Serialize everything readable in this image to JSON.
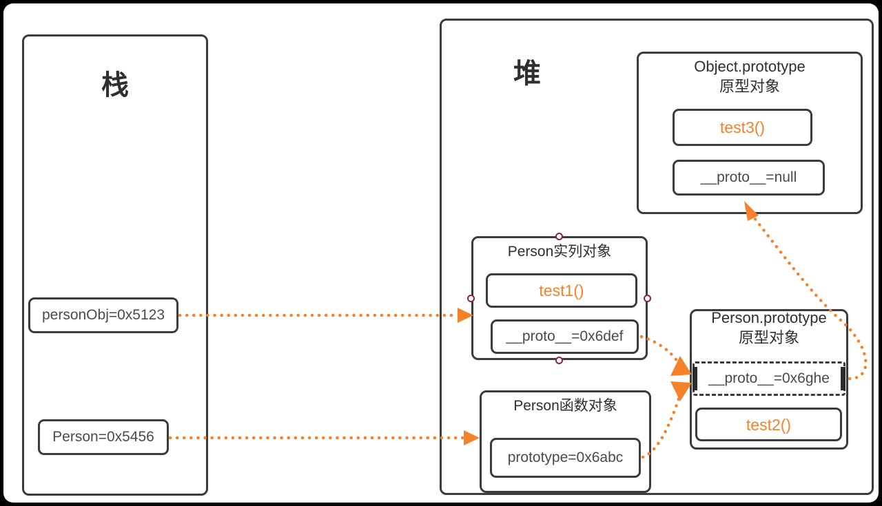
{
  "diagram": {
    "title_stack": "栈",
    "title_heap": "堆",
    "accent_color": "#f5822b",
    "line_color": "#3b3b3b",
    "text_color": "#4a4a4a",
    "background_color": "#000000",
    "canvas_color": "#ffffff",
    "handle_color": "#8b2236"
  },
  "stack": {
    "label": "栈",
    "items": [
      {
        "id": "personObj",
        "text": "personObj=0x5123"
      },
      {
        "id": "person",
        "text": "Person=0x5456"
      }
    ]
  },
  "heap": {
    "label": "堆",
    "objects": [
      {
        "id": "object-prototype",
        "title_line1": "Object.prototype",
        "title_line2": "原型对象",
        "slots": [
          {
            "id": "test3",
            "text": "test3()",
            "accent": true,
            "dashed": false
          },
          {
            "id": "proto-null",
            "text": "__proto__=null",
            "accent": false,
            "dashed": false
          }
        ]
      },
      {
        "id": "person-instance",
        "title_line1": "Person实列对象",
        "title_line2": "",
        "selected": true,
        "slots": [
          {
            "id": "test1",
            "text": "test1()",
            "accent": true,
            "dashed": false
          },
          {
            "id": "proto-6def",
            "text": "__proto__=0x6def",
            "accent": false,
            "dashed": false
          }
        ]
      },
      {
        "id": "person-prototype",
        "title_line1": "Person.prototype",
        "title_line2": "原型对象",
        "slots": [
          {
            "id": "proto-6ghe",
            "text": "__proto__=0x6ghe",
            "accent": false,
            "dashed": true
          },
          {
            "id": "test2",
            "text": "test2()",
            "accent": true,
            "dashed": false
          }
        ]
      },
      {
        "id": "person-function",
        "title_line1": "Person函数对象",
        "title_line2": "",
        "slots": [
          {
            "id": "prototype-6abc",
            "text": "prototype=0x6abc",
            "accent": false,
            "dashed": false
          }
        ]
      }
    ]
  },
  "connections": [
    {
      "id": "personObj-to-instance",
      "from": "personObj",
      "to": "person-instance"
    },
    {
      "id": "person-to-function",
      "from": "person",
      "to": "person-function"
    },
    {
      "id": "proto6def-to-personprototype",
      "from": "proto-6def",
      "to": "proto-6ghe"
    },
    {
      "id": "prototype6abc-to-personprototype",
      "from": "prototype-6abc",
      "to": "proto-6ghe"
    },
    {
      "id": "proto6ghe-to-objectprototype",
      "from": "proto-6ghe",
      "to": "proto-null"
    }
  ]
}
